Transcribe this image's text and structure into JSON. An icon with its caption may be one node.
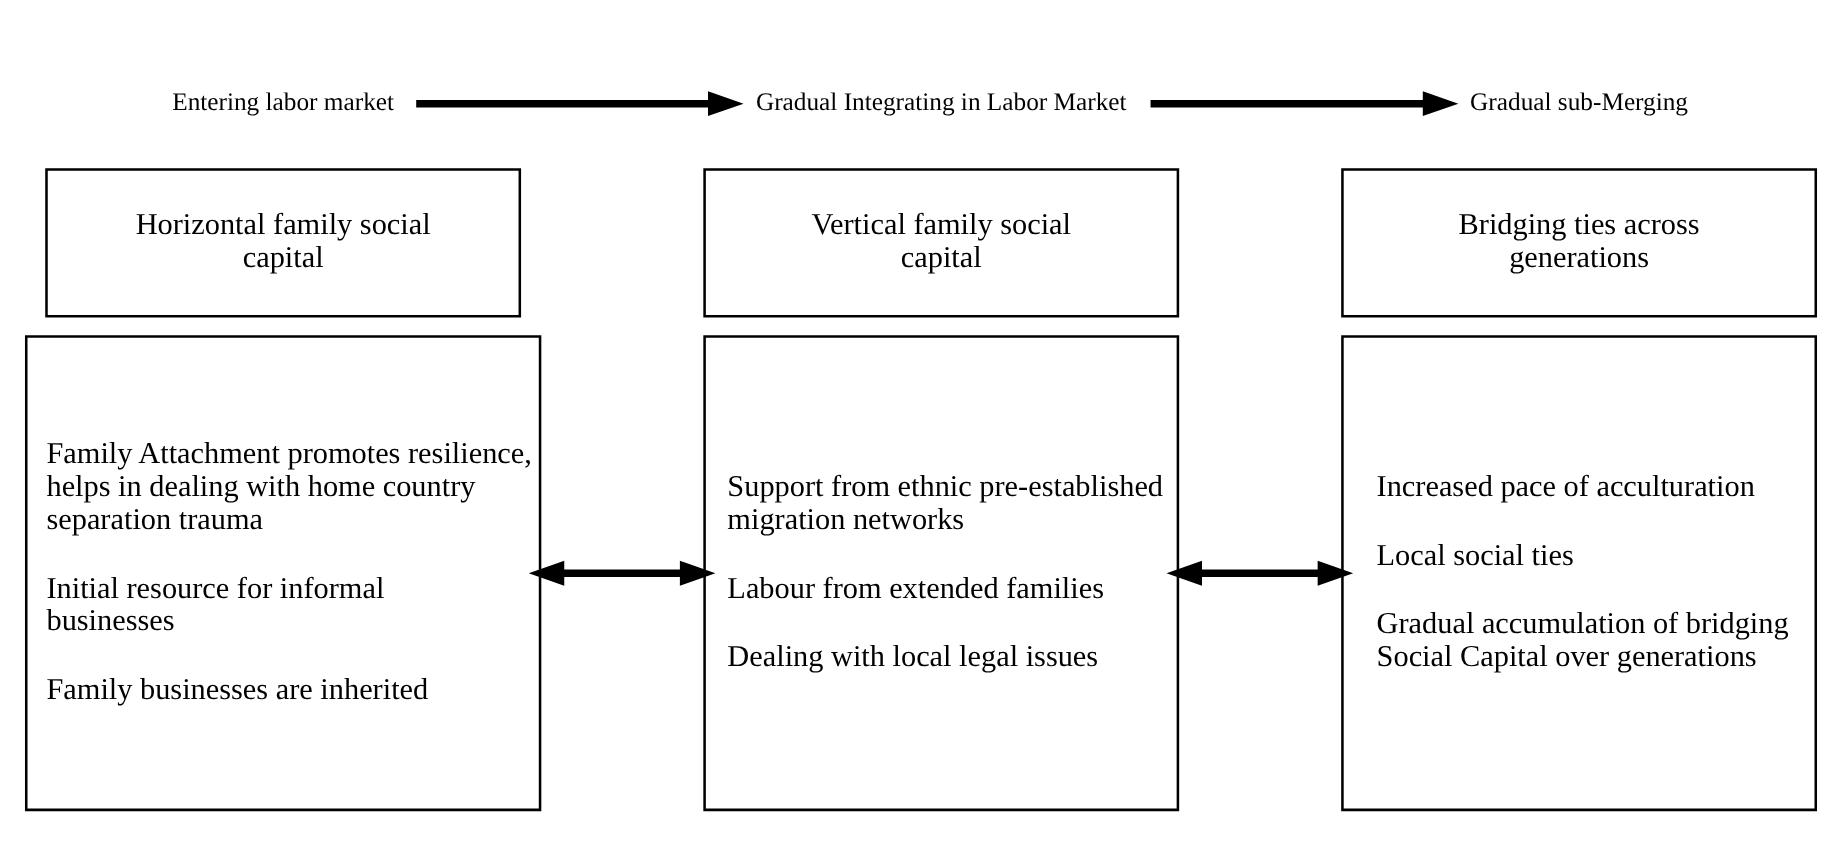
{
  "diagram": {
    "nodes": [
      {
        "text": [
          "Entering labor market"
        ]
      },
      {
        "text": [
          "Gradual Integrating in Labor Market"
        ]
      },
      {
        "text": [
          "Gradual sub-Merging"
        ]
      },
      {
        "text": [
          "Horizontal family social capital"
        ]
      },
      {
        "text": [
          "Family Attachment promotes resilience, helps in dealing with home country separation trauma",
          "Initial resource for informal businesses",
          "Family businesses are inherited"
        ]
      },
      {
        "text": [
          "Vertical family social capital"
        ]
      },
      {
        "text": [
          "Support from ethnic pre-established migration networks",
          "Labour from extended families",
          "Dealing with local legal issues"
        ]
      },
      {
        "text": [
          "Bridging ties across generations"
        ]
      },
      {
        "text": [
          "Increased pace of acculturation",
          "Local social ties",
          "Gradual accumulation of bridging Social Capital over generations"
        ]
      }
    ],
    "edges": [
      {
        "from": 0,
        "to": 1,
        "arrow": "to"
      },
      {
        "from": 1,
        "to": 2,
        "arrow": "to"
      },
      {
        "from": 4,
        "to": 6,
        "arrow": "both"
      },
      {
        "from": 6,
        "to": 8,
        "arrow": "both"
      }
    ]
  }
}
